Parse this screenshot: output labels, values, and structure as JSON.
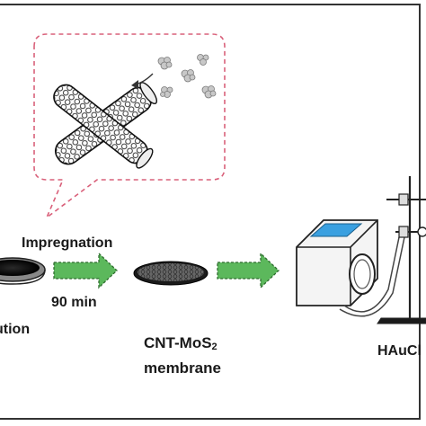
{
  "labels": {
    "impregnation": "Impregnation",
    "time": "90 min",
    "solution": "ution",
    "membrane_prefix": "CNT-MoS",
    "membrane_sub": "2",
    "membrane_word": "membrane",
    "haucl": "HAuCl"
  },
  "colors": {
    "frame": "#333333",
    "callout_border": "#d9607a",
    "arrow_fill": "#5cb85c",
    "arrow_stroke": "#2e6b2e",
    "device_screen": "#3aa0e0"
  }
}
